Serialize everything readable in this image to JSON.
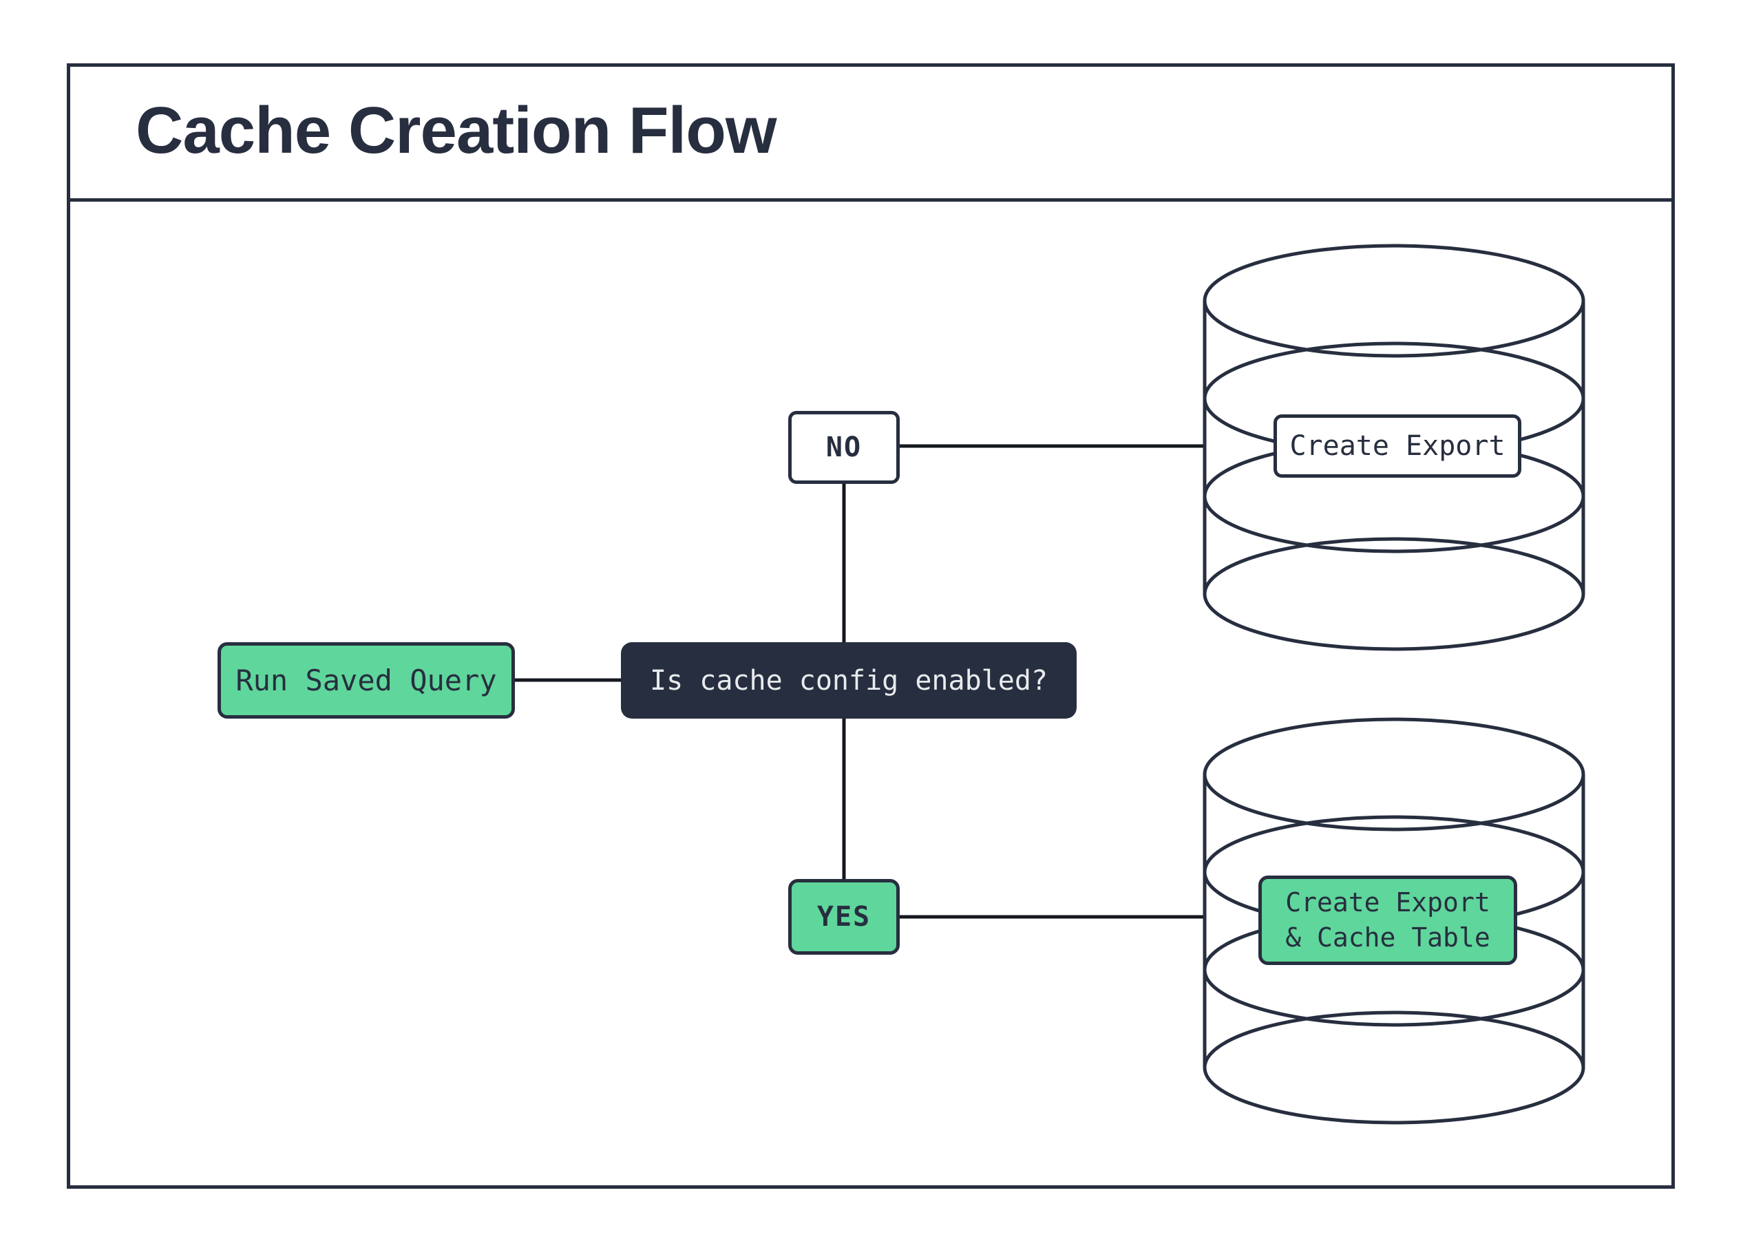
{
  "title": "Cache Creation Flow",
  "colors": {
    "ink": "#272e3f",
    "green": "#5fd69b",
    "paper": "#ffffff",
    "decision_text": "#e9ebee"
  },
  "nodes": {
    "run_query": {
      "label": "Run Saved Query"
    },
    "decision": {
      "label": "Is cache config enabled?"
    },
    "no_branch": {
      "label": "NO"
    },
    "yes_branch": {
      "label": "YES"
    },
    "export": {
      "label": "Create Export"
    },
    "export_cache": {
      "line1": "Create Export",
      "line2": "& Cache Table"
    }
  },
  "icons": [
    "database-cylinder-top",
    "database-cylinder-bottom"
  ],
  "edges": [
    "run_query - decision",
    "decision - no_branch",
    "decision - yes_branch",
    "no_branch - export database",
    "yes_branch - export cache database"
  ]
}
